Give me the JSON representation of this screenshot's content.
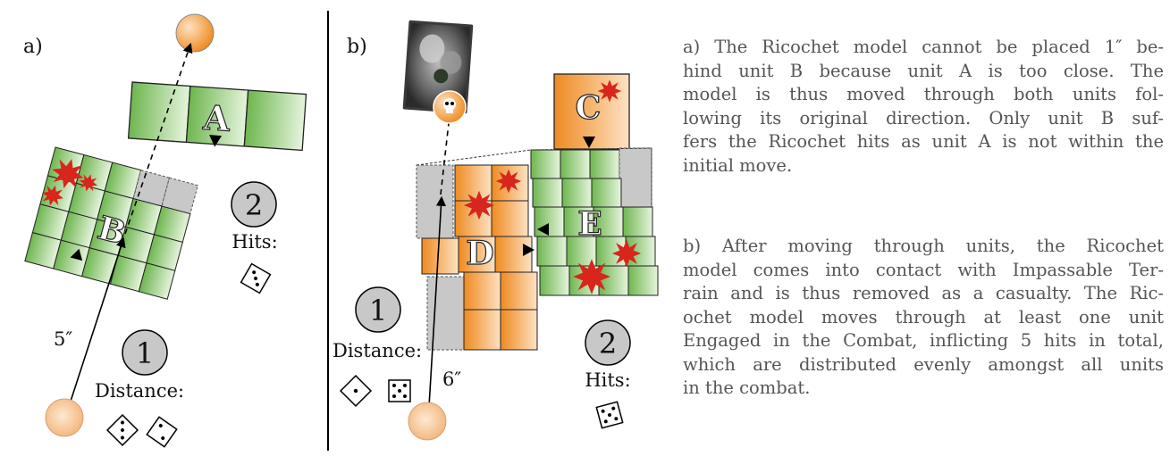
{
  "panels": {
    "a": {
      "label": "a)",
      "units": [
        "A",
        "B"
      ],
      "step1": "1",
      "step2": "2",
      "distance_label": "Distance:",
      "distance_value": "5″",
      "hits_label": "Hits:"
    },
    "b": {
      "label": "b)",
      "units": [
        "C",
        "D",
        "E"
      ],
      "step1": "1",
      "step2": "2",
      "distance_label": "Distance:",
      "distance_value": "6″",
      "hits_label": "Hits:"
    }
  },
  "description": {
    "para_a": [
      "a) The Ricochet model cannot be placed 1″ be-",
      "hind unit B because unit A is too close.  The",
      "model is thus moved through both units fol-",
      "lowing its original direction.  Only unit B suf-",
      "fers the Ricochet hits as unit A is not within the",
      "initial move."
    ],
    "para_b": [
      "b) After moving through units, the Ricochet",
      "model comes into contact with Impassable Ter-",
      "rain and is thus removed as a casualty. The Ric-",
      "ochet model moves through at least one unit",
      "Engaged in the Combat, inflicting 5 hits in total,",
      "which are distributed evenly amongst all units",
      "in the combat."
    ]
  },
  "colors": {
    "green_light": "#dff0d6",
    "green_dark": "#6eb64f",
    "orange_light": "#fde2c4",
    "orange_dark": "#ee8a1f",
    "grey_cell": "#c8c8c8",
    "burst": "#d8261c",
    "circle_grey": "#c8c8c8",
    "text_grey": "#555555"
  },
  "icons": [
    "dice-icon",
    "skull-icon",
    "impassable-terrain-icon",
    "hit-burst-icon",
    "facing-arrow-icon"
  ]
}
